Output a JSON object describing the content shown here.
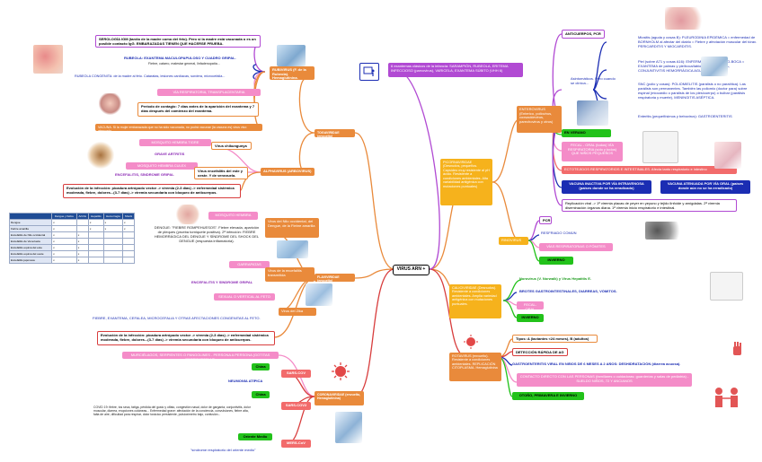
{
  "center": "VIRUS ARN +",
  "togaviridae": {
    "label": "TOGAVIRIDAE (envuelto)",
    "rubivirus": "RUBIVIRUS (F. de la Rubeola). Hemaglutinina.",
    "serologia": "SEROLOGÍA IGM (tardío de la madre como del feto). Pero si la madre está vacunada o es un posible contacto IgG. EMBARAZADAS TIENEN QUE HACERSE PRUEBA.",
    "rubeola": "RUBEOLA: EXANTEMA MACULOPAPULOSO Y CUADRO GRIPAL.",
    "rubeola_sub": "Fiebre, catarro, malestar general, linfadenopatía...",
    "congenita": "RUBEOLA CONGÉNITA: de la madre al feto. Cataratas, lesiones cardíacas, sordera, microcefalia...",
    "via": "VÍA RESPIRATORIA, TRANSPLACENTARIA",
    "contagio": "Periodo de contagio: 7 días antes de la aparición del exantema y 7 días después del comienzo del exantema.",
    "vacuna": "VACUNA. Si la mujer embarazada que no ha sido vacunada, no podrá vacunar (la vacuna es) virus vivo atenuado.",
    "alphavirus": "ALPHAVIRUS (ARBOVIRUS)",
    "mosquito_tigre": "MOSQUITO HEMBRA TIGRE",
    "chikungunya": "Virus chikungunya",
    "grave": "GRAVE ARTRITIS",
    "mosquito_culex": "MOSQUITO HEMBRA CULEX",
    "encefalitis": "Virus encefalitis del este y oeste. Y de venezuela.",
    "encefalitis_sub": "ENCEFALITIS, SÍNDROME GRIPAL",
    "evolucion": "Evolución de la infección: picadura artrópodo vector -> viremia (2-3 días) -> enfermedad sistémica moderada, fiebre, dolores...(3-7 días) -> viremia secundaria con bloqueo de anticuerpos."
  },
  "flaviviridae": {
    "label": "FLAVIVIRIDAE (envuelto)",
    "mosquito": "MOSQUITO HEMBRA",
    "nilo": "Virus del Nilo occidental, del Dengue, de la Fiebre amarilla",
    "dengue": "DENGUE: \"FIEBRE ROMPEHUESOS\". Fiebre elevada, aparición de pleques (prueba torniquete positiva). 2ª infección: FIEBRE HEMORRÁGICA DEL DENGUE Y SÍNDROME DEL SHOCK DEL DENGUE (respuesta inflamatoria).",
    "garrapatas": "GARRAPATAS",
    "encefalitis_virus": "Virus de la encefalitis transmitida",
    "encefalitis_sub": "ENCEFALITIS Y SÍNDROME GRIPAL",
    "sexual": "SEXUAL O VERTICAL AL FETO",
    "zika": "Virus del Zika",
    "zika_sub": "FIEBRE, EXANTEMA, CEFALEA, MICROCEFALIA Y OTRAS AFECTACIONES CONGÉNITAS AL FETO.",
    "evolucion": "Evolución de la infección: picadura artrópodo vector -> viremia (2-3 días) -> enfermedad sistémica moderada, fiebre, dolores...(3-7 días) -> viremia secundaria con bloqueo de anticuerpos."
  },
  "coronaviridae": {
    "label": "CORONAVIRIDAE (envuelto, Hemaglutinina)",
    "murcielagos": "MURCIÉLAGOS, SERPIENTES O PANGOLINES - PERSONA A PERSONA (GOTITAS RESPIRATORIAS)",
    "sars": "SARS-COV",
    "china1": "China",
    "neumonia": "NEUMONÍA ATÍPICA",
    "sars2": "SARS-COV2",
    "china2": "China",
    "covid": "COVID 19: fiebre, tos seca, fatiga, pérdida del gusto y olfato, congestión nasal, dolor de garganta, conjuntivitis, dolor muscular, diarrea, erupciones cutáneas... Enfermedad grave: afectación de la conciencia, convulsiones, fiebre alta, falta de aire, dificultad para respirar, dolor torácico persistente, pulsioxímetro bajo, confusión...",
    "mers": "MERS-CoV",
    "oriente": "Oriente Medio",
    "sindrome": "\"síndrome respiratorio del oriente medio\""
  },
  "picornaviridae": {
    "label": "PICORNAVIRIDAE (Desnudos, pequeños. Capsídeo muy resistente al pH ácido. Resistente a condiciones ambientales. Alta variabilidad antigénica con mutaciones puntuales)",
    "enterovirus": "ENTEROVIRUS (Enterico, poliovirus, coxsackievirus, parechovirus y otros)",
    "anticuerpos": "ANTICUERPOS, PCR",
    "miositis": "Miositis (aguda y cosas B): PLEURODINIA EPIDÉMICA = enfermedad de BORNHOLM al afectar del diablo = Fiebre y afectación muscular del tórax. PERICARDITIS Y MIOCARDITIS.",
    "piel": "Piel (sobre A71 y cosas A16): ENFERMEDAD PIE-MANO-BOCA = EXANTEMA de palmas y pie/boca/labios. HERPANGINA, CONJUNTIVITIS HEMORRÁGICA AGUDA.",
    "snc": "SNC (polio y cosas): POLIOMIELITIS (parálisis o no paralítica). Las parálisis son permanentes. También las poliomio (doctor para) sobre espinal (miocardio o parálisis de los pies/cuerpo) o bulbar (parálisis respiratoria y muerte), MENINGITIS ASÉPTICA.",
    "enteritis": "Enteritis (pequeñísimos y bebovirus): GASTROENTERITIS",
    "asintomaticos": "Asintomáticos. Pero cuando se clínica...",
    "verano": "EN VERANO",
    "fecal": "FECAL - ORAL (todos) VÍA RESPIRATORIA (sólo y todos) QUE NIÑOS PEQUEÑOS",
    "ectotejidos": "ECTOTEJIDOS RESPIRATORIOS E INTESTINALES. Afecta tanto respiratorio e intestino",
    "vacuna_inactiva": "VACUNA INACTIVA POR VÍA INTRAVENOSA (países donde se ha erradicado)",
    "vacuna_atenuada": "VACUNA ATENUADA POR VÍA ORAL (países donde aún no se ha erradicado)",
    "replicacion": "Replicación viral -> 1ª viremia placas de peyer en yeyuno y tejido linfoide y amígdalas. 2ª viremia diseminación órganos diana. 1ª viremia inicio respiratorio e intestinal.",
    "rinovirus": "RINOVIRUS",
    "pcr": "PCR",
    "resfriado": "RESFRIADO COMÚN",
    "vias": "VÍAS RESPIRATORIAS O FÓMITES",
    "invierno": "INVIERNO"
  },
  "caliciviridae": {
    "label": "CALICIVIRIDAE (Desnudos). Resistente a condiciones ambientales. Amplia variedad antigénica con mutaciones puntuales.",
    "norovirus": "Norovirus (V. Norwalk) y Virus Hepatitis E.",
    "brotes": "BROTES GASTROINTESTINALES, DIARREAS, VÓMITOS.",
    "fecal": "FECAL-ORAL",
    "invierno": "INVIERNO"
  },
  "rotavirus": {
    "label": "ROTAVIRUS (envuelto). Resistente a condiciones ambientales. REPLICACIÓN CITOPLASMA. Hemaglutinina",
    "tipos": "Tipos: A (lactantes <24 meses), B (adultos)",
    "deteccion": "DETECCIÓN RÁPIDA DE AG",
    "gastro": "GASTROENTERITIS VIRAL EN NIÑOS DE 6 MESES A 2 AÑOS: DESHIDRATACIÓN (diarrea acuosa).",
    "contacto": "CONTACTO DIRECTO CON LAS PERSONAS (familiares o cuidadoras: guarderías y salas de pediatría) - SUELDO NIÑOS, 72 Y ANCIANOS",
    "otono": "OTOÑO, PRIMAVERA E INVIERNO"
  },
  "exantemas": "6 exantemas clásicos de la infancia: SARAMPIÓN, RUBEOLA, ERITEMA INFECCIOSO (parvovirus), VARICELA, EXANTEMA SÚBITO (VHH 6)",
  "table": {
    "headers": [
      "",
      "Dengue y fiebre",
      "Artritis",
      "Hepatitis",
      "Hemorragia",
      "Shock"
    ],
    "rows": [
      [
        "Dengue",
        "x",
        "",
        "x",
        "x",
        "x"
      ],
      [
        "Fiebre amarilla",
        "x",
        "",
        "x",
        "x",
        "x"
      ],
      [
        "Encefalitis de Nilo occidental",
        "x",
        "x",
        "",
        "",
        ""
      ],
      [
        "Encefalitis de Venezuela",
        "x",
        "x",
        "",
        "",
        ""
      ],
      [
        "Encefalitis equina del este",
        "x",
        "x",
        "",
        "",
        ""
      ],
      [
        "Encefalitis equina del oeste",
        "x",
        "x",
        "",
        "",
        ""
      ],
      [
        "Encefalitis japonesa",
        "x",
        "x",
        "",
        "",
        ""
      ]
    ]
  },
  "icons": [
    "virus-photo",
    "mosquito-photo",
    "child-photo",
    "rash-photo",
    "hand-rash-photo",
    "coronavirus-icon",
    "virus-red-icon",
    "teacher-icon",
    "hand-icon",
    "people-icon"
  ]
}
